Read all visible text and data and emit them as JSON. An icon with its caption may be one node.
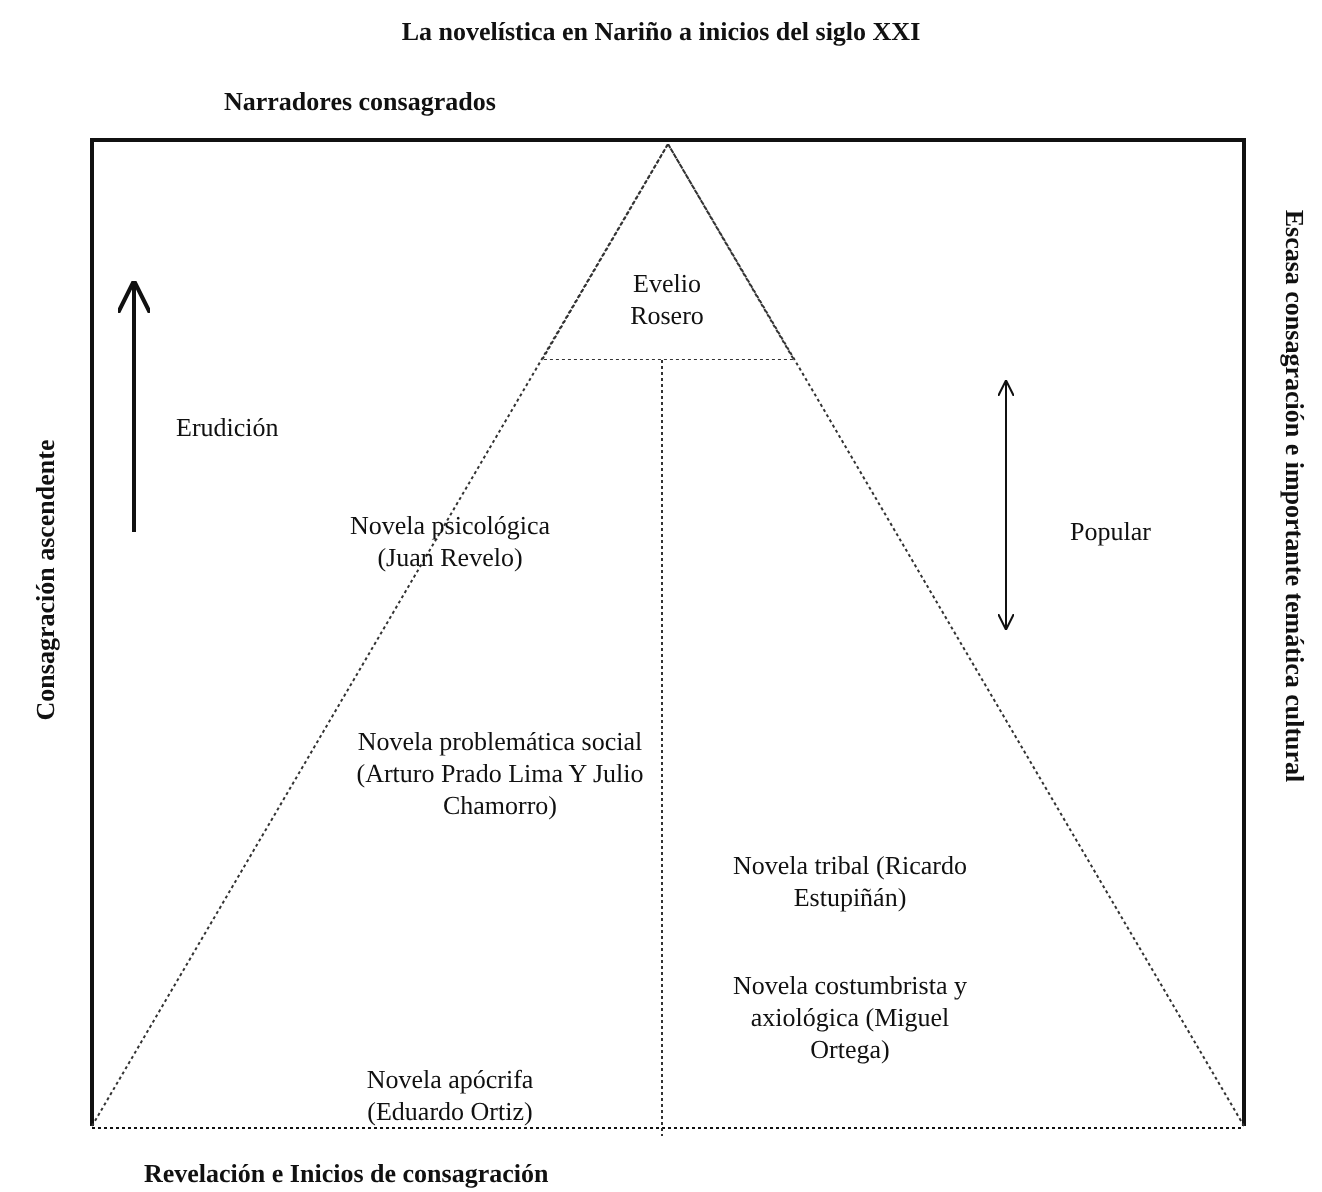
{
  "diagram": {
    "title": "La novelística en Nariño a inicios del siglo XXI",
    "nodes": [
      {
        "text": [
          "Evelio Rosero"
        ]
      }
    ],
    "labels": [
      "Narradores consagrados",
      "Erudición",
      "Consagración ascendente",
      "Novela psicológica (Juan Revelo)",
      "Popular",
      "Escasa consagración e importante temática cultural",
      "Novela problemática social (Arturo Prado Lima Y Julio Chamorro)",
      "Novela tribal (Ricardo Estupiñán)",
      "Novela costumbrista y axiológica (Miguel Ortega)",
      "Novela apócrifa (Eduardo Ortiz)",
      "Revelación e Inicios de consagración"
    ]
  }
}
